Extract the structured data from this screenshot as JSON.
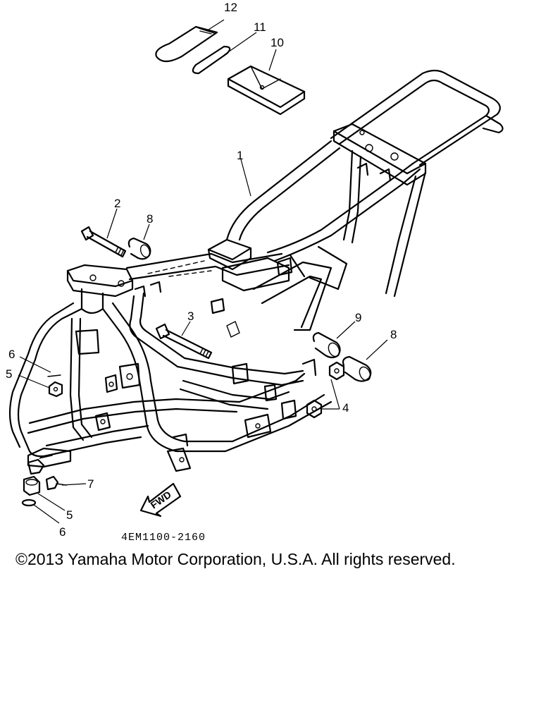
{
  "diagram": {
    "callouts": {
      "c1": "1",
      "c2": "2",
      "c3": "3",
      "c4": "4",
      "c5a": "5",
      "c5b": "5",
      "c6a": "6",
      "c6b": "6",
      "c7": "7",
      "c8a": "8",
      "c8b": "8",
      "c9": "9",
      "c10": "10",
      "c11": "11",
      "c12": "12"
    },
    "fwd_label": "FWD",
    "part_code": "4EM1100-2160"
  },
  "footer": {
    "copyright": "©2013 Yamaha Motor Corporation, U.S.A. All rights reserved."
  }
}
